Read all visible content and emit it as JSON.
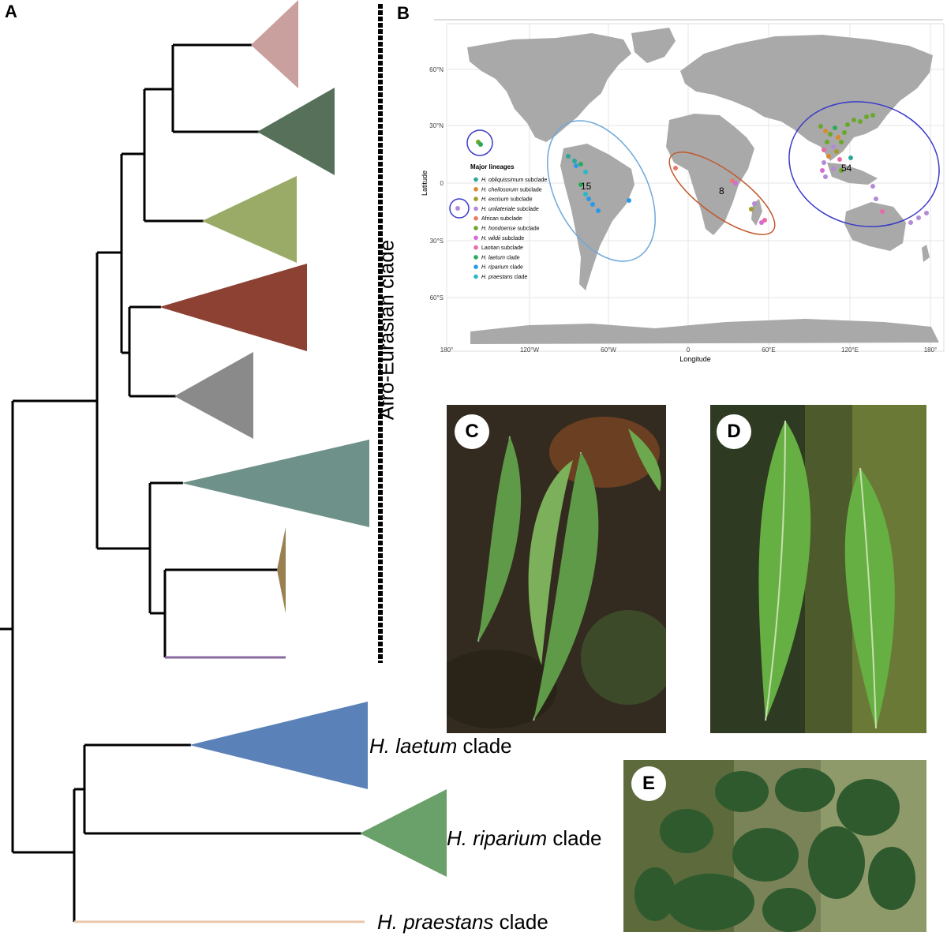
{
  "panels": {
    "a": "A",
    "b": "B",
    "c": "C",
    "d": "D",
    "e": "E"
  },
  "tree": {
    "bracket_label": "Afro-Eurasian clade",
    "clades": [
      {
        "italic": "H. laetum",
        "rest": " clade",
        "color": "#5b82b8"
      },
      {
        "italic": "H. riparium",
        "rest": " clade",
        "color": "#6aa06a"
      },
      {
        "italic": "H. praestans",
        "rest": " clade",
        "color": "#e8c7a8"
      }
    ],
    "collapsed_colors": [
      "#c9a09e",
      "#567059",
      "#9aab67",
      "#8c4133",
      "#8a8a8a",
      "#6e9189",
      "#9a8050"
    ],
    "single_branch_color": "#8b6aa0"
  },
  "map": {
    "xlabel": "Longitude",
    "ylabel": "Latitude",
    "x_ticks": [
      "180°",
      "120°W",
      "60°W",
      "0",
      "60°E",
      "120°E",
      "180°"
    ],
    "y_ticks": [
      "60°N",
      "30°N",
      "0",
      "30°S",
      "60°S"
    ],
    "region_counts": [
      "15",
      "8",
      "54"
    ],
    "ellipse_colors": [
      "#6fa8dc",
      "#c0582b",
      "#3a3ac8"
    ],
    "legend_title": "Major lineages",
    "legend": [
      {
        "italic": "H. obliquissimum",
        "rest": " subclade",
        "color": "#2aa89a"
      },
      {
        "italic": "H. cheilosorum",
        "rest": " subclade",
        "color": "#d98a2a"
      },
      {
        "italic": "H. excisum",
        "rest": " subclade",
        "color": "#a59a2a"
      },
      {
        "italic": "H. unilateriale",
        "rest": " subclade",
        "color": "#b48ad6"
      },
      {
        "italic": "",
        "rest": "African subclade",
        "color": "#e87a6a"
      },
      {
        "italic": "H. hondoense",
        "rest": " subclade",
        "color": "#6aa82a"
      },
      {
        "italic": "H. wildii",
        "rest": " subclade",
        "color": "#d66ad6"
      },
      {
        "italic": "",
        "rest": "Laotian subclade",
        "color": "#e86aa8"
      },
      {
        "italic": "H. laetum",
        "rest": " clade",
        "color": "#2aaa5a"
      },
      {
        "italic": "H. riparium",
        "rest": " clade",
        "color": "#2a9ae8"
      },
      {
        "italic": "H. praestans",
        "rest": " clade",
        "color": "#2ab8c8"
      }
    ]
  }
}
